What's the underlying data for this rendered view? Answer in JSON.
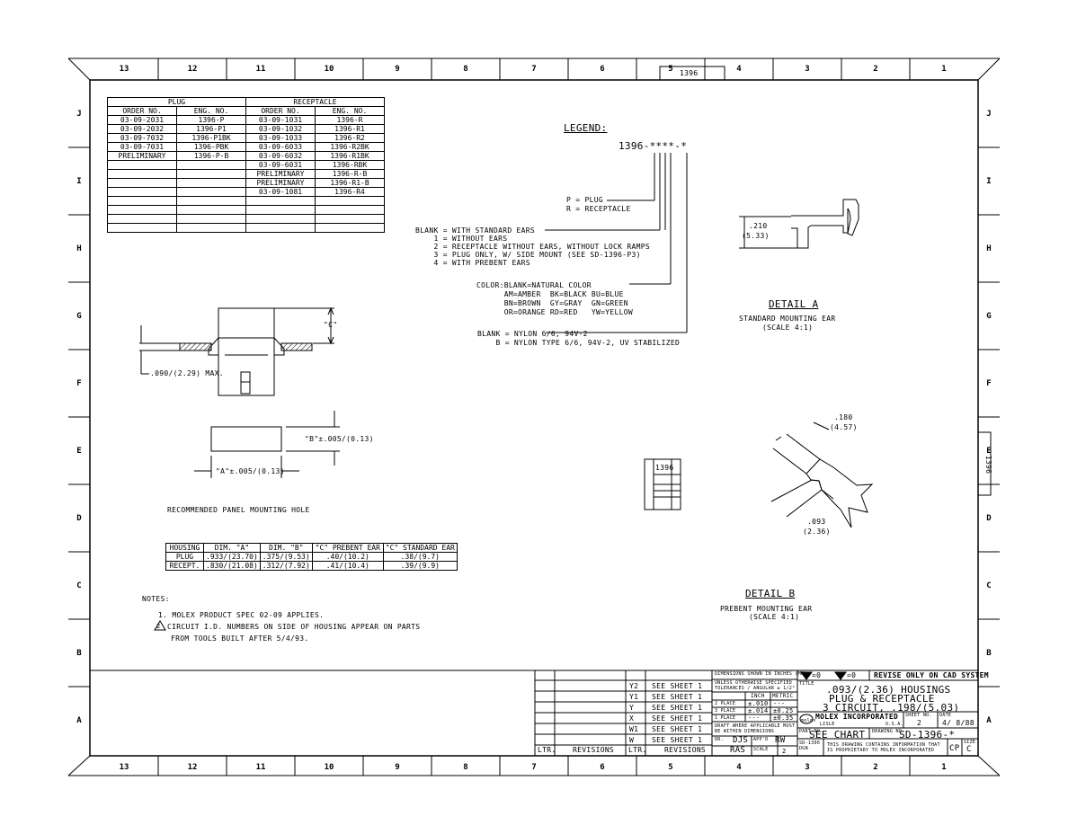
{
  "border": {
    "columns": [
      "13",
      "12",
      "11",
      "10",
      "9",
      "8",
      "7",
      "6",
      "5",
      "4",
      "3",
      "2",
      "1"
    ],
    "rows": [
      "J",
      "I",
      "H",
      "G",
      "F",
      "E",
      "D",
      "C",
      "B",
      "A"
    ],
    "top_label": "1396",
    "side_label": "1396"
  },
  "parts_table": {
    "group_headers": [
      "PLUG",
      "RECEPTACLE"
    ],
    "col_headers": [
      "ORDER NO.",
      "ENG. NO.",
      "ORDER NO.",
      "ENG. NO."
    ],
    "rows": [
      [
        "03-09-2031",
        "1396-P",
        "03-09-1031",
        "1396-R"
      ],
      [
        "03-09-2032",
        "1396-P1",
        "03-09-1032",
        "1396-R1"
      ],
      [
        "03-09-7032",
        "1396-P1BK",
        "03-09-1033",
        "1396-R2"
      ],
      [
        "03-09-7031",
        "1396-PBK",
        "03-09-6033",
        "1396-R2BK"
      ],
      [
        "PRELIMINARY",
        "1396-P-B",
        "03-09-6032",
        "1396-R1BK"
      ],
      [
        "",
        "",
        "03-09-6031",
        "1396-RBK"
      ],
      [
        "",
        "",
        "PRELIMINARY",
        "1396-R-B"
      ],
      [
        "",
        "",
        "PRELIMINARY",
        "1396-R1-B"
      ],
      [
        "",
        "",
        "03-09-1081",
        "1396-R4"
      ],
      [
        "",
        "",
        "",
        ""
      ],
      [
        "",
        "",
        "",
        ""
      ],
      [
        "",
        "",
        "",
        ""
      ],
      [
        "",
        "",
        "",
        ""
      ]
    ]
  },
  "legend": {
    "title": "LEGEND:",
    "code": "1396-****-*",
    "type_lines": [
      "P = PLUG",
      "R = RECEPTACLE"
    ],
    "ear_lines": [
      "BLANK = WITH STANDARD EARS",
      "    1 = WITHOUT EARS",
      "    2 = RECEPTACLE WITHOUT EARS, WITHOUT LOCK RAMPS",
      "    3 = PLUG ONLY, W/ SIDE MOUNT (SEE SD-1396-P3)",
      "    4 = WITH PREBENT EARS"
    ],
    "color_lines": [
      "COLOR:BLANK=NATURAL COLOR",
      "      AM=AMBER  BK=BLACK BU=BLUE",
      "      BN=BROWN  GY=GRAY  GN=GREEN",
      "      OR=ORANGE RD=RED   YW=YELLOW"
    ],
    "material_lines": [
      "BLANK = NYLON 6/6, 94V-2",
      "    B = NYLON TYPE 6/6, 94V-2, UV STABILIZED"
    ]
  },
  "side_view": {
    "dim_c": "\"C\"",
    "dim_thickness": ".090/(2.29) MAX."
  },
  "panel_hole": {
    "dim_b": "\"B\"±.005/(0.13)",
    "dim_a": "\"A\"±.005/(0.13)",
    "caption": "RECOMMENDED PANEL MOUNTING HOLE"
  },
  "dim_table": {
    "headers": [
      "HOUSING",
      "DIM. \"A\"",
      "DIM. \"B\"",
      "\"C\" PREBENT EAR",
      "\"C\" STANDARD EAR"
    ],
    "rows": [
      [
        "PLUG",
        ".933/(23.70)",
        ".375/(9.53)",
        ".40/(10.2)",
        ".38/(9.7)"
      ],
      [
        "RECEPT.",
        ".830/(21.08)",
        ".312/(7.92)",
        ".41/(10.4)",
        ".39/(9.9)"
      ]
    ]
  },
  "notes": {
    "title": "NOTES:",
    "line1": "1. MOLEX PRODUCT SPEC 02-09 APPLIES.",
    "flag": "2",
    "line2": "CIRCUIT I.D. NUMBERS ON SIDE OF HOUSING APPEAR ON PARTS",
    "line3": "FROM TOOLS BUILT AFTER 5/4/93."
  },
  "detail_a": {
    "dim_top": ".210",
    "dim_bottom": "(5.33)",
    "title": "DETAIL A",
    "subtitle": "STANDARD MOUNTING EAR",
    "scale": "(SCALE 4:1)"
  },
  "detail_b": {
    "dim1_top": ".180",
    "dim1_bottom": "(4.57)",
    "dim2_top": ".093",
    "dim2_bottom": "(2.36)",
    "title": "DETAIL B",
    "subtitle": "PREBENT MOUNTING EAR",
    "scale": "(SCALE 4:1)",
    "mark": "1396"
  },
  "revisions": {
    "entries": [
      {
        "ltr": "Y2",
        "text": "SEE SHEET 1"
      },
      {
        "ltr": "Y1",
        "text": "SEE SHEET 1"
      },
      {
        "ltr": "Y",
        "text": "SEE SHEET 1"
      },
      {
        "ltr": "X",
        "text": "SEE SHEET 1"
      },
      {
        "ltr": "W1",
        "text": "SEE SHEET 1"
      },
      {
        "ltr": "W",
        "text": "SEE SHEET 1"
      }
    ],
    "ltr_label": "LTR.",
    "rev_label": "REVISIONS"
  },
  "title_block": {
    "dims_note": "DIMENSIONS SHOWN IN INCHES (MM)",
    "tol_note": "UNLESS OTHERWISE SPECIFIED TOLERANCES / ANGULAR ± 1/2°",
    "tol_rows": [
      [
        "2 PLACE",
        "±.010",
        "---"
      ],
      [
        "3 PLACE",
        "±.014",
        "±0.25"
      ],
      [
        "1 PLACE",
        "---",
        "±0.35"
      ]
    ],
    "tol_header": [
      "INCH",
      "METRIC"
    ],
    "draft_note": "DRAFT WHERE APPLICABLE MUST BE WITHIN DIMENSIONS",
    "dr_label": "DR.",
    "dr": "DJS",
    "appd_label": "APP'D",
    "appd": "RW",
    "appd2": "RAS",
    "scale_label": "SCALE",
    "scale": "2",
    "cad_a": "=0",
    "cad_b": "=0",
    "cad_note": "REVISE ONLY ON CAD SYSTEM",
    "title_label": "TITLE",
    "title1": ".093/(2.36) HOUSINGS",
    "title2": "PLUG & RECEPTACLE",
    "title3": "3 CIRCUIT, .198/(5.03)",
    "company": "MOLEX INCORPORATED",
    "city": "LISLE",
    "state": "U.S.A.",
    "sheet_label": "SHEET NO.",
    "sheet": "2",
    "date_label": "DATE",
    "date": "4/ 8/88",
    "part_label": "PART NO.",
    "part_no": "SEE CHART",
    "drawing_label": "DRAWING NO.",
    "drawing_no": "SD-1396-*",
    "file_label": "FILE NAME",
    "file": "SD-1396 DGN",
    "conf_note": "THIS DRAWING CONTAINS INFORMATION THAT IS PROPRIETARY TO MOLEX INCORPORATED",
    "size_label": "SIZE",
    "size": "C",
    "ecn": "CP"
  }
}
